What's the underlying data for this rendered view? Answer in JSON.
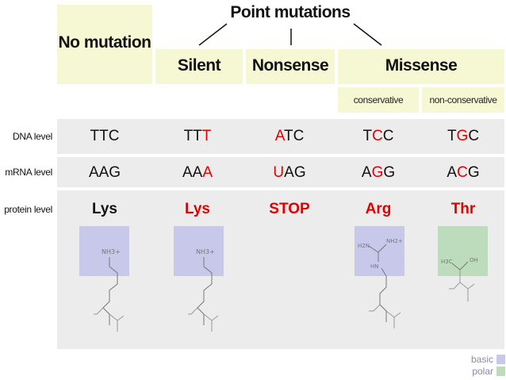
{
  "header": {
    "point_mutations": "Point mutations",
    "no_mutation": "No mutation",
    "silent": "Silent",
    "nonsense": "Nonsense",
    "missense": "Missense",
    "conservative": "conservative",
    "non_conservative": "non-conservative"
  },
  "rows": {
    "dna": "DNA level",
    "mrna": "mRNA level",
    "protein": "protein level"
  },
  "columns": [
    {
      "dna": [
        {
          "t": "TTC",
          "m": false
        }
      ],
      "mrna": [
        {
          "t": "AAG",
          "m": false
        }
      ],
      "protein": "Lys",
      "protein_color": "#111111"
    },
    {
      "dna": [
        {
          "t": "TT",
          "m": false
        },
        {
          "t": "T",
          "m": true
        }
      ],
      "mrna": [
        {
          "t": "AA",
          "m": false
        },
        {
          "t": "A",
          "m": true
        }
      ],
      "protein": "Lys",
      "protein_color": "#e00000"
    },
    {
      "dna": [
        {
          "t": "A",
          "m": true
        },
        {
          "t": "TC",
          "m": false
        }
      ],
      "mrna": [
        {
          "t": "U",
          "m": true
        },
        {
          "t": "AG",
          "m": false
        }
      ],
      "protein": "STOP",
      "protein_color": "#e00000"
    },
    {
      "dna": [
        {
          "t": "T",
          "m": false
        },
        {
          "t": "C",
          "m": true
        },
        {
          "t": "C",
          "m": false
        }
      ],
      "mrna": [
        {
          "t": "A",
          "m": false
        },
        {
          "t": "G",
          "m": true
        },
        {
          "t": "G",
          "m": false
        }
      ],
      "protein": "Arg",
      "protein_color": "#e00000"
    },
    {
      "dna": [
        {
          "t": "T",
          "m": false
        },
        {
          "t": "G",
          "m": true
        },
        {
          "t": "C",
          "m": false
        }
      ],
      "mrna": [
        {
          "t": "A",
          "m": false
        },
        {
          "t": "C",
          "m": true
        },
        {
          "t": "G",
          "m": false
        }
      ],
      "protein": "Thr",
      "protein_color": "#e00000"
    }
  ],
  "structures": {
    "lys_label": "NH3+",
    "arg_label_left": "H2N",
    "arg_label_right": "NH2+",
    "arg_label_nh": "HN",
    "thr_label_left": "H3C",
    "thr_label_right": "OH"
  },
  "legend": {
    "basic": "basic",
    "polar": "polar",
    "basic_color": "#c8c8ea",
    "polar_color": "#bcdcbc"
  }
}
